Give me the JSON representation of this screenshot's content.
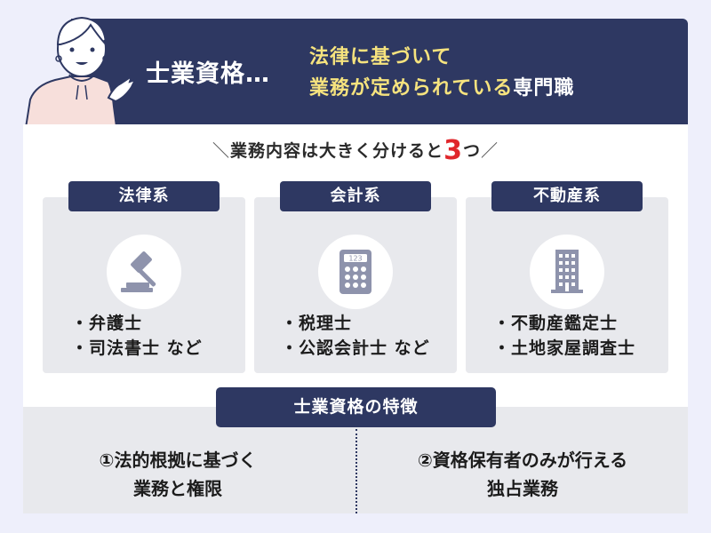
{
  "header": {
    "title": "士業資格…",
    "subtitle_line1": "法律に基づいて",
    "subtitle_line2_highlight": "業務が定められている",
    "subtitle_line2_tail": "専門職",
    "colors": {
      "navy": "#2E3862",
      "highlight": "#F6E37E"
    }
  },
  "lead": {
    "left_slash": "＼",
    "text": "業務内容は大きく分けると",
    "number": "3",
    "suffix": "つ",
    "right_slash": "／",
    "number_color": "#E0262B"
  },
  "categories": [
    {
      "label": "法律系",
      "icon": "gavel-icon",
      "items": [
        "弁護士",
        "司法書士 など"
      ]
    },
    {
      "label": "会計系",
      "icon": "calculator-icon",
      "items": [
        "税理士",
        "公認会計士 など"
      ],
      "icon_text": "123"
    },
    {
      "label": "不動産系",
      "icon": "building-icon",
      "items": [
        "不動産鑑定士",
        "土地家屋調査士"
      ]
    }
  ],
  "features": {
    "title": "士業資格の特徴",
    "items": [
      {
        "line1": "①法的根拠に基づく",
        "line2": "業務と権限"
      },
      {
        "line1": "②資格保有者のみが行える",
        "line2": "独占業務"
      }
    ]
  }
}
